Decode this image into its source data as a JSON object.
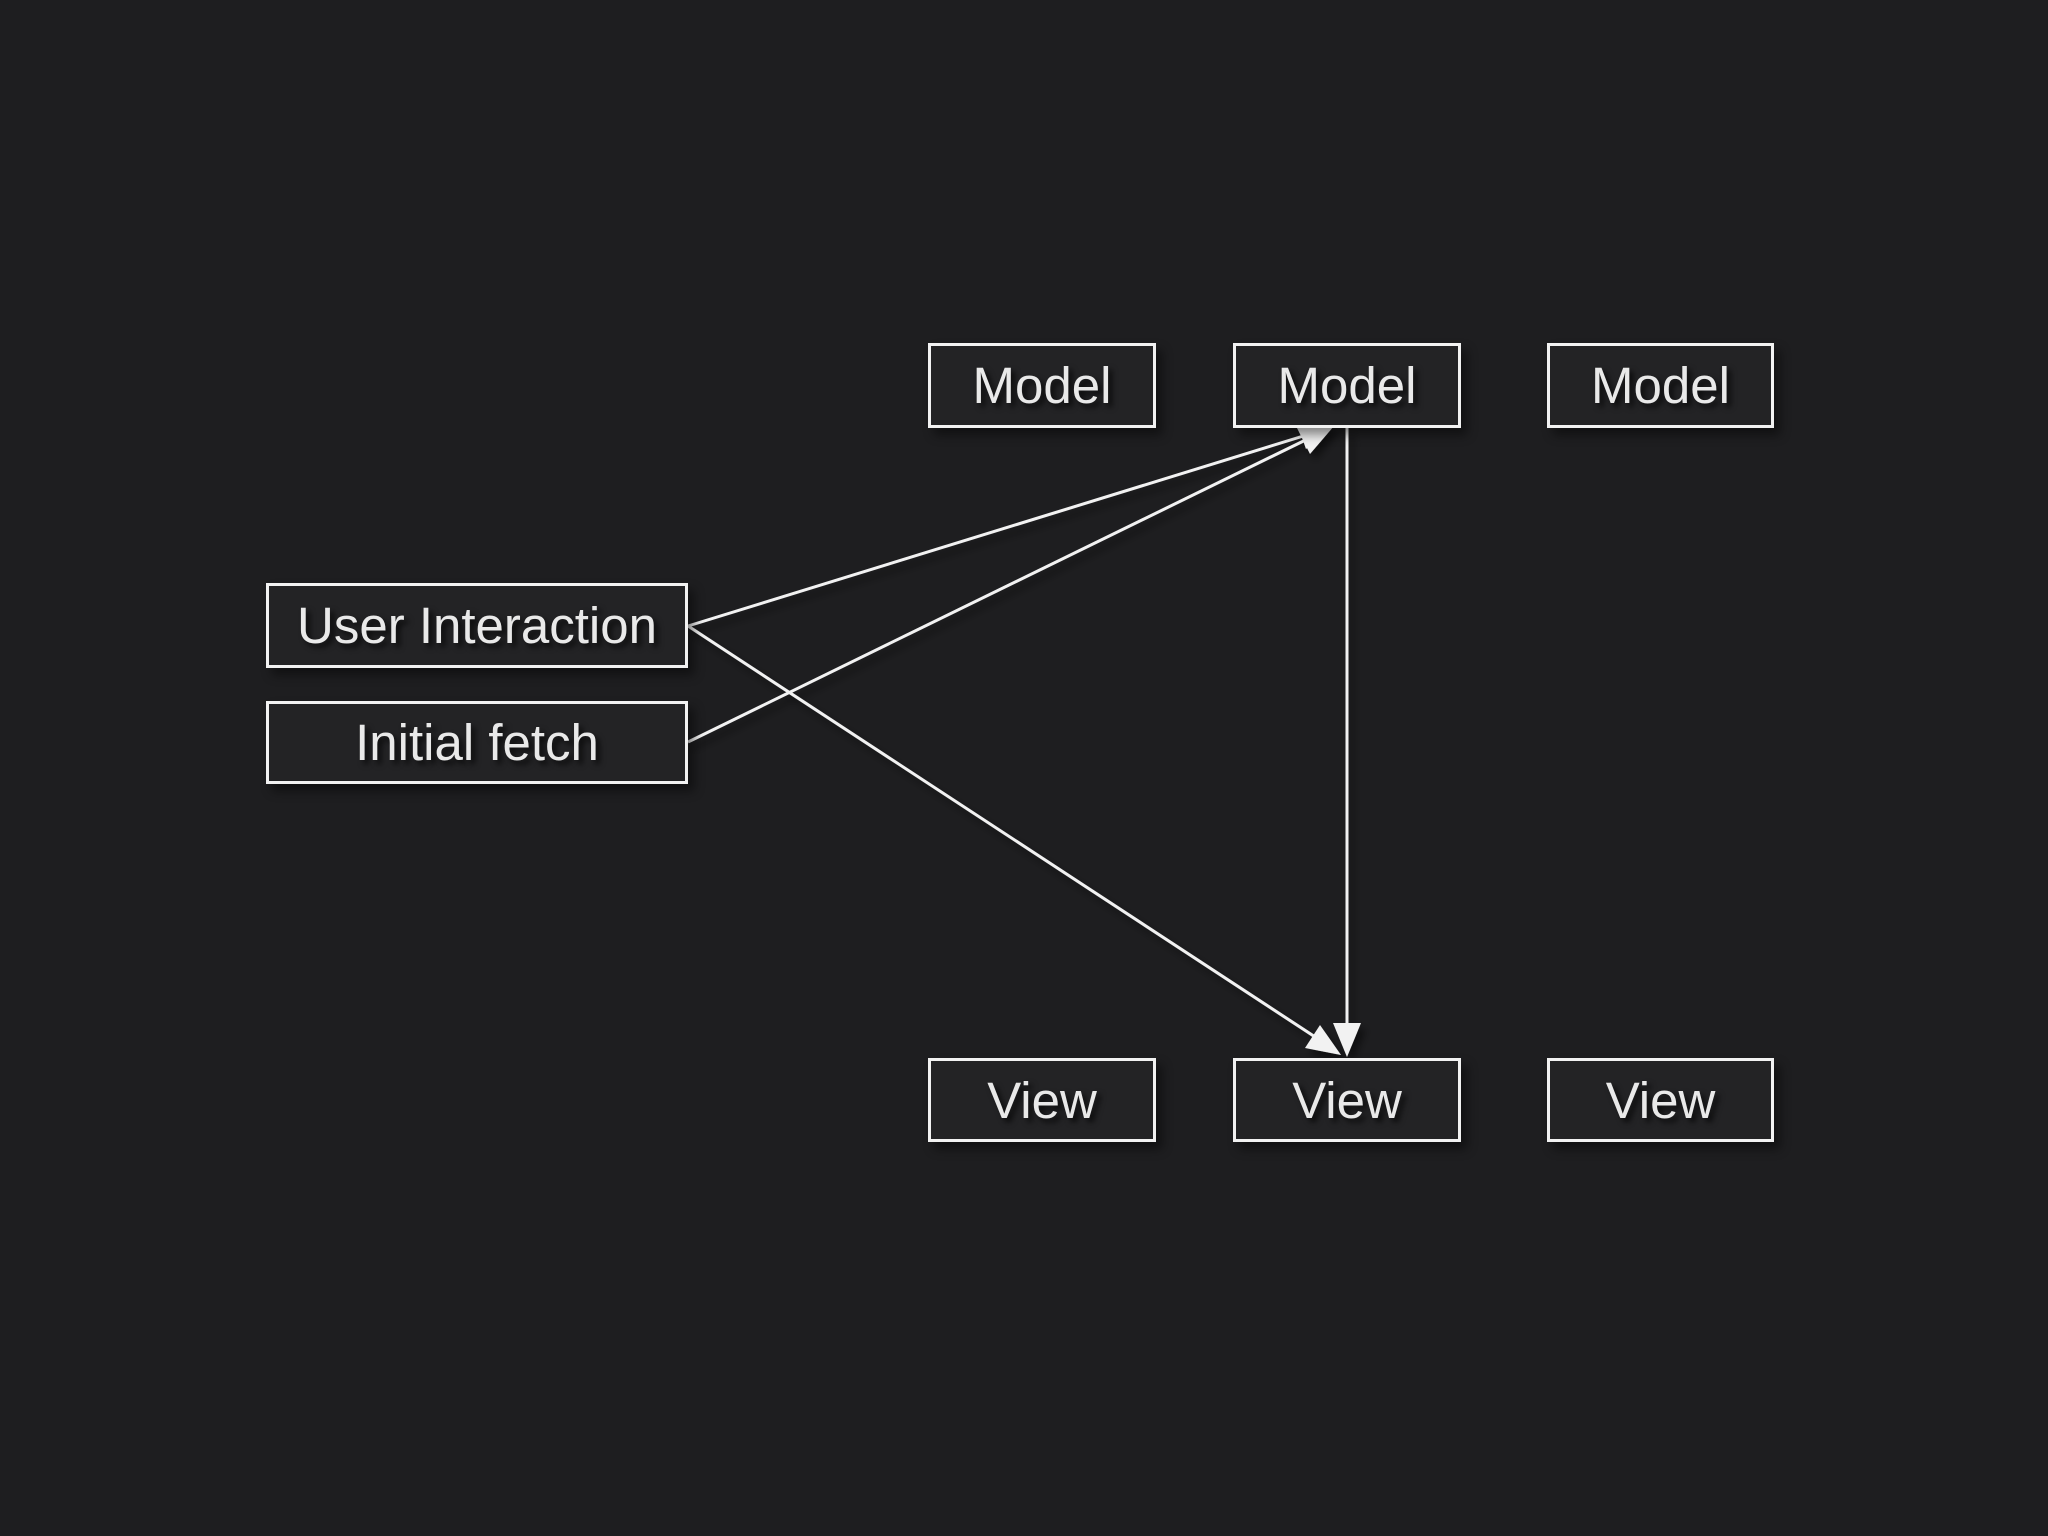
{
  "diagram": {
    "kind": "model-view-architecture",
    "nodes": {
      "model1": {
        "label": "Model"
      },
      "model2": {
        "label": "Model"
      },
      "model3": {
        "label": "Model"
      },
      "user_interaction": {
        "label": "User Interaction"
      },
      "initial_fetch": {
        "label": "Initial fetch"
      },
      "view1": {
        "label": "View"
      },
      "view2": {
        "label": "View"
      },
      "view3": {
        "label": "View"
      }
    },
    "connections": [
      {
        "from": "user_interaction",
        "to": "model2",
        "style": "arrow"
      },
      {
        "from": "initial_fetch",
        "to": "model2",
        "style": "arrow"
      },
      {
        "from": "user_interaction",
        "to": "view2",
        "style": "arrow"
      },
      {
        "from": "model2",
        "to": "view2",
        "style": "arrow"
      }
    ],
    "colors": {
      "background": "#1e1e20",
      "node_fill": "#232325",
      "node_border": "#f2f2f2",
      "arrow": "#f2f2f2",
      "text": "#e9e9e9"
    }
  }
}
